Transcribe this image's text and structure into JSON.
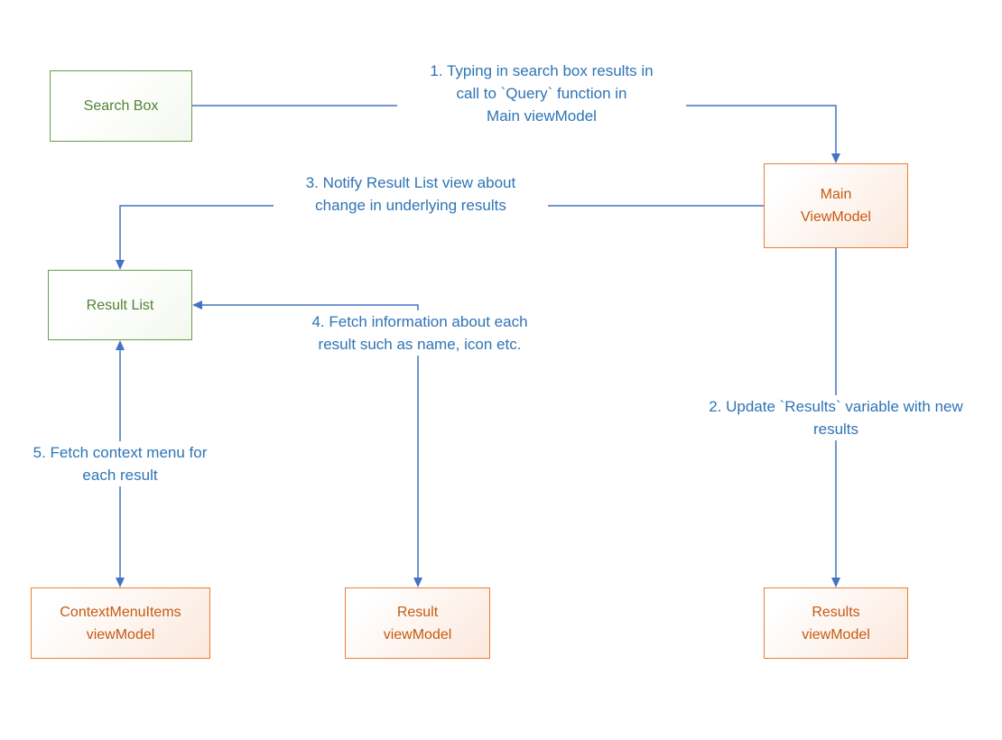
{
  "colors": {
    "canvas-bg": "#ffffff",
    "arrow-blue": "#4472c4",
    "text-blue": "#2e74b5",
    "green-border": "#6a9d49",
    "green-text": "#538135",
    "orange-border": "#ed7d31",
    "orange-text": "#c55a11",
    "orange-fill": "#fbe8dc"
  },
  "boxes": {
    "search_box": "Search Box",
    "main_viewmodel": "Main\nViewModel",
    "result_list": "Result List",
    "contextmenuitems_viewmodel": "ContextMenuItems\nviewModel",
    "result_viewmodel": "Result\nviewModel",
    "results_viewmodel": "Results\nviewModel"
  },
  "annotations": {
    "step1": "1. Typing in search box results in\ncall to `Query` function in\nMain viewModel",
    "step2": "2. Update `Results` variable with new\nresults",
    "step3": "3. Notify Result List view about\nchange in underlying results",
    "step4": "4. Fetch information about each\nresult such as name, icon etc.",
    "step5": "5. Fetch context menu for\neach result"
  }
}
